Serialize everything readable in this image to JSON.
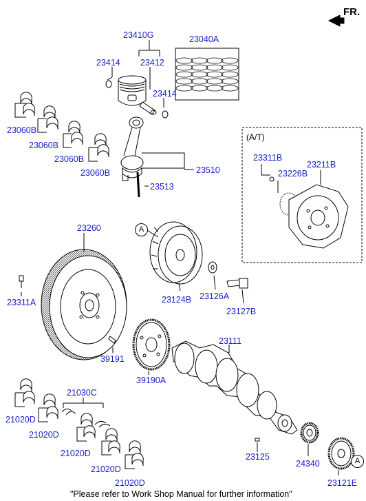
{
  "header": {
    "fr_label": "FR."
  },
  "at_box": {
    "title": "(A/T)"
  },
  "ref_circle": "A",
  "parts": [
    {
      "id": "p_23410G",
      "code": "23410G"
    },
    {
      "id": "p_23040A",
      "code": "23040A"
    },
    {
      "id": "p_23414a",
      "code": "23414"
    },
    {
      "id": "p_23412",
      "code": "23412"
    },
    {
      "id": "p_23414b",
      "code": "23414"
    },
    {
      "id": "p_23060B_1",
      "code": "23060B"
    },
    {
      "id": "p_23060B_2",
      "code": "23060B"
    },
    {
      "id": "p_23060B_3",
      "code": "23060B"
    },
    {
      "id": "p_23060B_4",
      "code": "23060B"
    },
    {
      "id": "p_23510",
      "code": "23510"
    },
    {
      "id": "p_23513",
      "code": "23513"
    },
    {
      "id": "p_23311B",
      "code": "23311B"
    },
    {
      "id": "p_23226B",
      "code": "23226B"
    },
    {
      "id": "p_23211B",
      "code": "23211B"
    },
    {
      "id": "p_23260",
      "code": "23260"
    },
    {
      "id": "p_23311A",
      "code": "23311A"
    },
    {
      "id": "p_23124B",
      "code": "23124B"
    },
    {
      "id": "p_23126A",
      "code": "23126A"
    },
    {
      "id": "p_23127B",
      "code": "23127B"
    },
    {
      "id": "p_23111",
      "code": "23111"
    },
    {
      "id": "p_39191",
      "code": "39191"
    },
    {
      "id": "p_39190A",
      "code": "39190A"
    },
    {
      "id": "p_21030C",
      "code": "21030C"
    },
    {
      "id": "p_21020D_1",
      "code": "21020D"
    },
    {
      "id": "p_21020D_2",
      "code": "21020D"
    },
    {
      "id": "p_21020D_3",
      "code": "21020D"
    },
    {
      "id": "p_21020D_4",
      "code": "21020D"
    },
    {
      "id": "p_21020D_5",
      "code": "21020D"
    },
    {
      "id": "p_23125",
      "code": "23125"
    },
    {
      "id": "p_24340",
      "code": "24340"
    },
    {
      "id": "p_23121E",
      "code": "23121E"
    }
  ],
  "footer_note": "\"Please refer to Work Shop Manual for further information\"",
  "colors": {
    "label": "#1a20c8",
    "line": "#000000"
  }
}
